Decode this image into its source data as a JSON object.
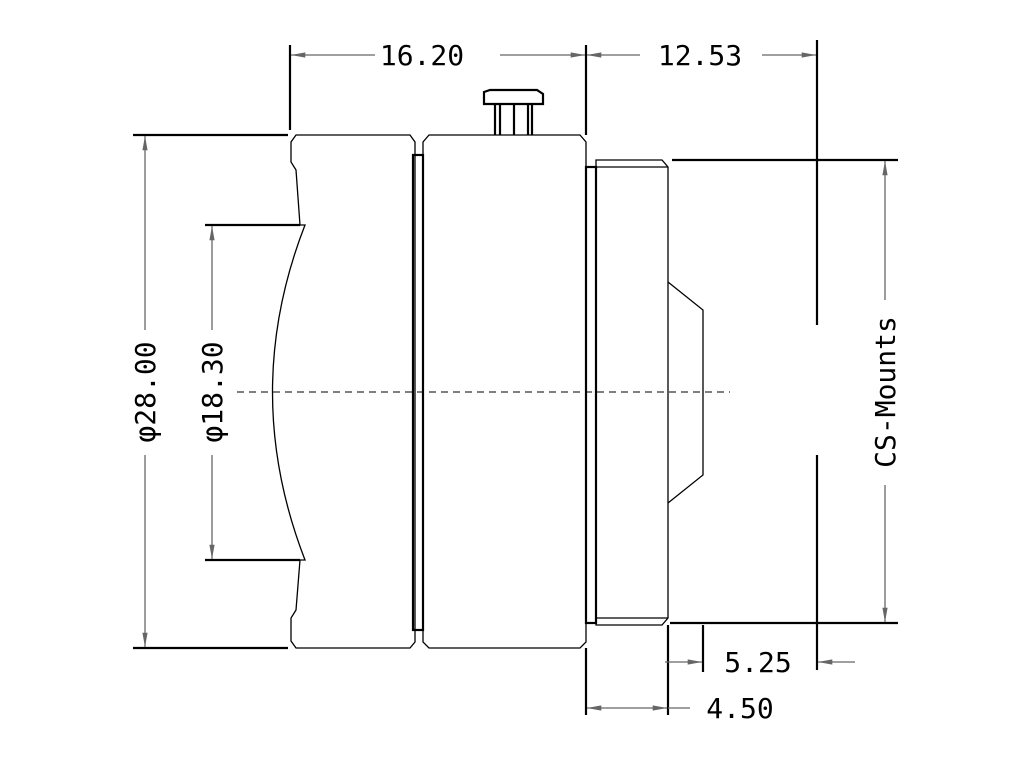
{
  "drawing": {
    "dimensions": {
      "front_length": "16.20",
      "rear_length": "12.53",
      "outer_diameter": "φ28.00",
      "inner_diameter": "φ18.30",
      "mount_type": "CS-Mounts",
      "flange_back": "5.25",
      "thread_length": "4.50"
    },
    "colors": {
      "line": "#000000",
      "dimension": "#666666",
      "background": "#ffffff"
    }
  }
}
